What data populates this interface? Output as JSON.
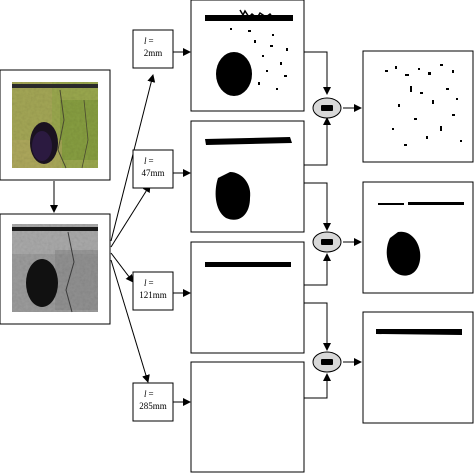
{
  "colors": {
    "ink": "#000000",
    "stroke": "#000000",
    "operator_fill": "#d8d8d8",
    "photo_green": "#9aa84e",
    "photo_gray": "#9c9c9c"
  },
  "scale_boxes": [
    {
      "symbol": "l",
      "eq": "=",
      "value": "2mm"
    },
    {
      "symbol": "l",
      "eq": "=",
      "value": "47mm"
    },
    {
      "symbol": "l",
      "eq": "=",
      "value": "121mm"
    },
    {
      "symbol": "l",
      "eq": "=",
      "value": "285mm"
    }
  ],
  "operator_symbol": "minus",
  "icons": {
    "operator": "minus-operator-icon",
    "arrow": "arrowhead-icon"
  }
}
